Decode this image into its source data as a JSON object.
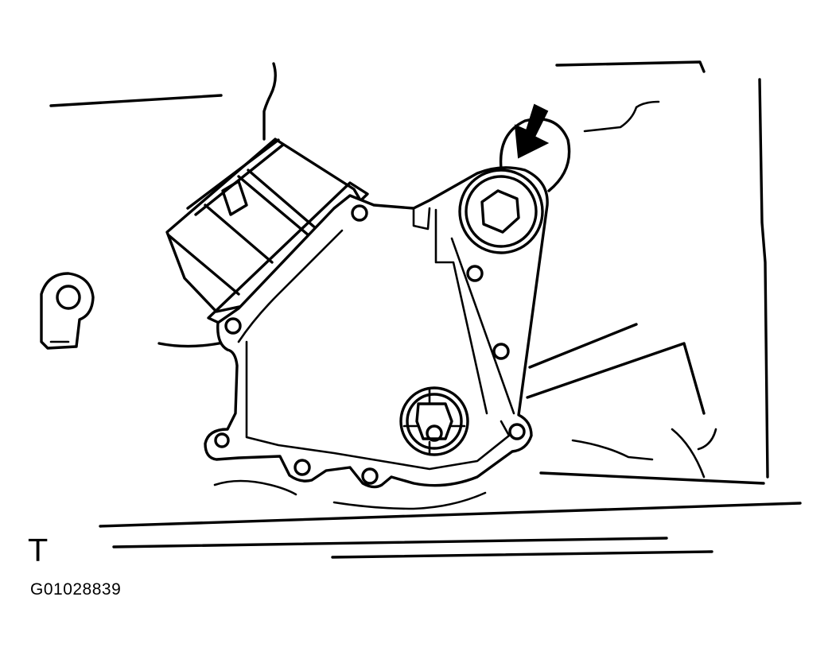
{
  "figure": {
    "id_code": "G01028839",
    "corner_mark": "T",
    "subject": "neutral-start-switch-assembly",
    "callout": "arrow-pointing-to-adjusting-bolt"
  }
}
